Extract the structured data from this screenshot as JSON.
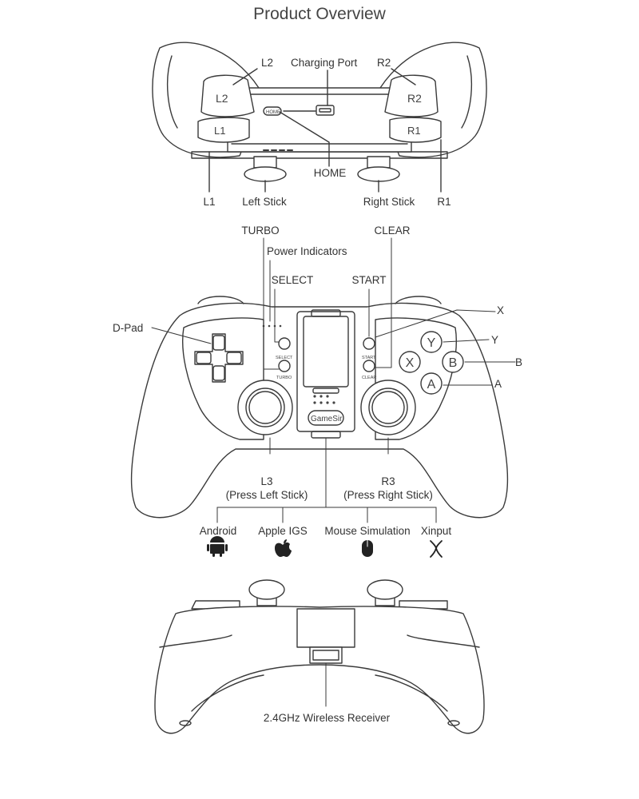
{
  "title": "Product Overview",
  "top_view": {
    "l2": "L2",
    "charging_port": "Charging Port",
    "r2": "R2",
    "home": "HOME",
    "l1": "L1",
    "left_stick": "Left Stick",
    "right_stick": "Right Stick",
    "r1": "R1",
    "trigger_l2": "L2",
    "trigger_r2": "R2",
    "bumper_l1": "L1",
    "bumper_r1": "R1",
    "home_button": "HOME"
  },
  "front_view": {
    "turbo": "TURBO",
    "clear": "CLEAR",
    "power_indicators": "Power Indicators",
    "select": "SELECT",
    "start": "START",
    "x": "X",
    "y": "Y",
    "b": "B",
    "a": "A",
    "dpad": "D-Pad",
    "l3_line1": "L3",
    "l3_line2": "(Press Left Stick)",
    "r3_line1": "R3",
    "r3_line2": "(Press Right Stick)",
    "btn_select": "SELECT",
    "btn_turbo": "TURBO",
    "btn_start": "START",
    "btn_clear": "CLEAR",
    "face_y": "Y",
    "face_x": "X",
    "face_b": "B",
    "face_a": "A",
    "logo": "GameSir",
    "modes": [
      {
        "label": "Android",
        "icon": "android-icon"
      },
      {
        "label": "Apple IGS",
        "icon": "apple-icon"
      },
      {
        "label": "Mouse Simulation",
        "icon": "mouse-icon"
      },
      {
        "label": "Xinput",
        "icon": "xinput-icon"
      }
    ]
  },
  "back_view": {
    "receiver": "2.4GHz Wireless Receiver"
  },
  "colors": {
    "line": "#3a3a3a",
    "fill": "#ffffff",
    "text": "#333333"
  }
}
